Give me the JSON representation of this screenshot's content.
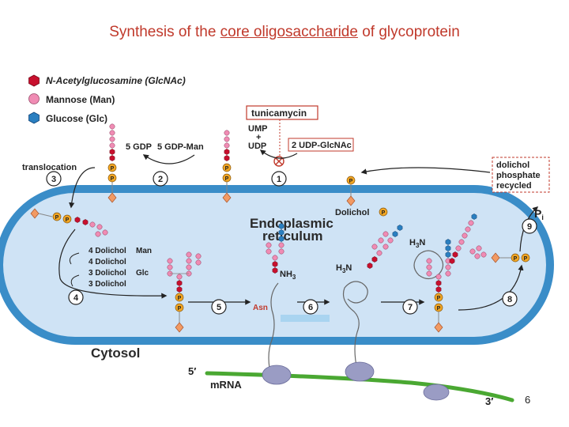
{
  "slide": {
    "title_pre": "Synthesis of the ",
    "title_underlined": "core oligosaccharide",
    "title_post": " of glycoprotein",
    "page_number": "6"
  },
  "legend": {
    "glcnac": "N-Acetylglucosamine (GlcNAc)",
    "mannose": "Mannose (Man)",
    "glucose": "Glucose (Glc)"
  },
  "labels": {
    "tunicamycin": "tunicamycin",
    "ump": "UMP",
    "plus": "+",
    "udp": "UDP",
    "udp_glcnac": "2 UDP-GlcNAc",
    "gdp": "5 GDP",
    "gdp_man": "5 GDP-Man",
    "translocation": "translocation",
    "dolichol_recycle_1": "dolichol",
    "dolichol_recycle_2": "phosphate",
    "dolichol_recycle_3": "recycled",
    "pi": "P",
    "pi_sub": "i",
    "er_1": "Endoplasmic",
    "er_2": "reticulum",
    "dolichol_p": "Dolichol",
    "donor_1": "4 Dolichol",
    "donor_1_suffix": "Man",
    "donor_2": "4 Dolichol",
    "donor_3": "3 Dolichol",
    "donor_3_suffix": "Glc",
    "donor_4": "3 Dolichol",
    "nh3": "NH",
    "nh3_sub": "3",
    "h3n_a": "H",
    "h3n_a_sub": "3",
    "h3n_a_n": "N",
    "h3n_b": "H",
    "h3n_b_sub": "3",
    "h3n_b_n": "N",
    "asn": "Asn",
    "p": "P",
    "cytosol": "Cytosol",
    "mrna": "mRNA",
    "five_prime": "5′",
    "three_prime": "3′"
  },
  "steps": [
    "1",
    "2",
    "3",
    "4",
    "5",
    "6",
    "7",
    "8",
    "9"
  ],
  "colors": {
    "title": "#c0392b",
    "glcnac": "#c8102e",
    "mannose": "#f08cb4",
    "glucose": "#2a7fc0",
    "membrane": "#3a8dc8",
    "lumen": "#cfe3f5",
    "dolichol_p": "#f2a623",
    "anchor": "#f29a63",
    "mrna": "#4aa832",
    "ribosome": "#9a9cc4"
  }
}
